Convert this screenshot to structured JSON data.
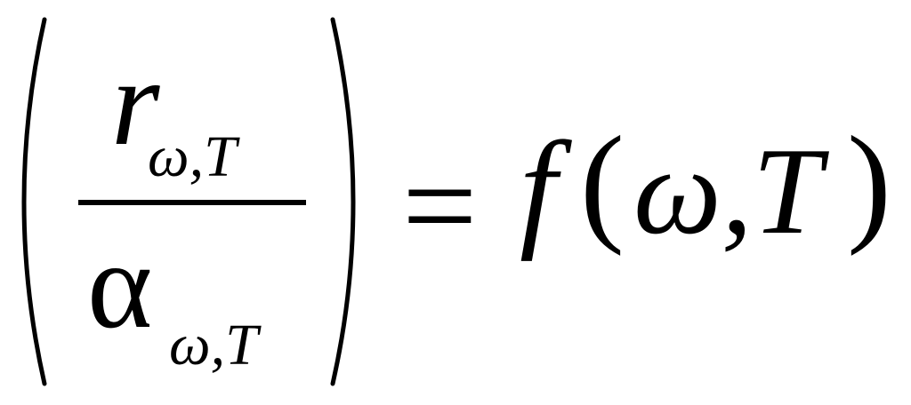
{
  "formula": {
    "numerator": {
      "base": "r",
      "subscript": "ω,T"
    },
    "denominator": {
      "base": "α",
      "subscript": "ω,T"
    },
    "equals": "=",
    "function_name": "f",
    "open_paren": "(",
    "arguments": "ω,T",
    "close_paren": ")"
  }
}
